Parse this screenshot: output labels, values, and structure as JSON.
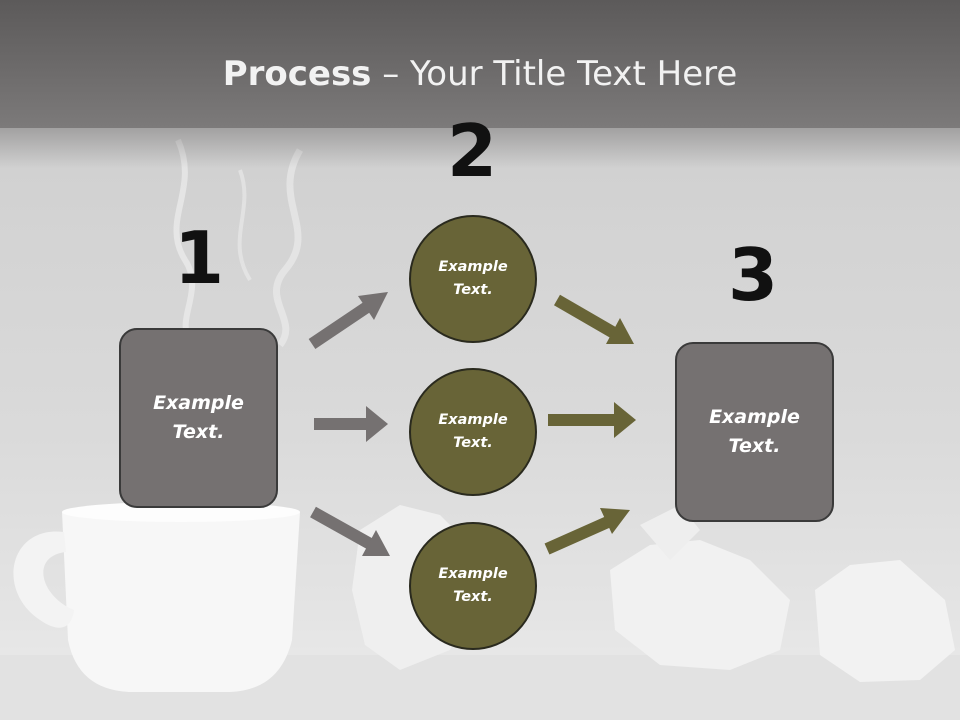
{
  "title": {
    "bold": "Process",
    "rest": " – Your Title Text Here"
  },
  "steps": [
    {
      "number": "1",
      "label": "Example Text."
    },
    {
      "number": "2"
    },
    {
      "number": "3",
      "label": "Example Text."
    }
  ],
  "circles": [
    {
      "label": "Example Text."
    },
    {
      "label": "Example Text."
    },
    {
      "label": "Example Text."
    }
  ],
  "colors": {
    "box": "#757171",
    "circle": "#686437",
    "arrow_in": "#757171",
    "arrow_out": "#686437",
    "header": "#6d6b6b"
  }
}
